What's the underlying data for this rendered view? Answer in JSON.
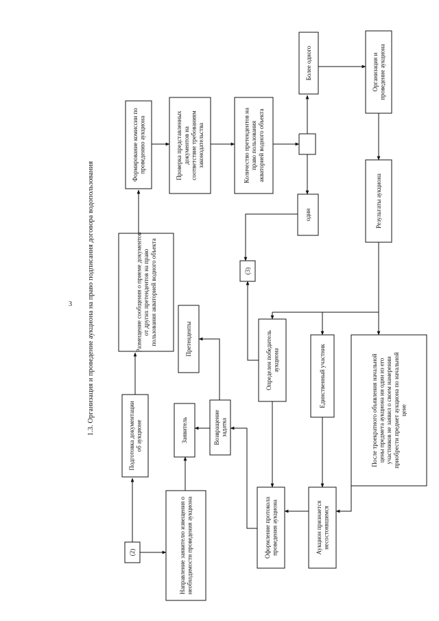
{
  "page": {
    "number": "3",
    "title": "1.3. Организация и проведение аукциона на право подписания договора водопользования"
  },
  "nodes": {
    "ref2": "(2)",
    "notice": "Направление заявителю извещения о необходимости проведения аукциона",
    "prep_docs": "Подготовка документации об аукционе",
    "zayavitel": "Заявитель",
    "vozvrashchenie": "Возвращение задатка",
    "pretendenty": "Претенденты",
    "razmeshchenie": "Размещение сообщения о приеме документов от других претендентов на право пользования акваторией водного объекта",
    "komissiya": "Формирование комиссии по проведению аукциона",
    "proverka": "Проверка представленных документов на соответствие требованиям законодательства",
    "kolichestvo": "Количество претендентов на право пользования акваторией водного объекта",
    "bolee": "Более одного",
    "odin": "один",
    "organizatsiya": "Организация и проведение аукциона",
    "rezultaty": "Результаты аукциона",
    "ref3": "(3)",
    "pobeditel": "Определен победитель аукциона",
    "edinstvenny": "Единственный участник",
    "posle": "После троекратного объявления начальной цены предмета аукциона ни один из его участников не заявил о своем намерении приобрести предмет аукциона по начальной цене",
    "protokol": "Оформление протокола проведения аукциона",
    "nesost": "Аукцион признается несостоявшимся"
  }
}
